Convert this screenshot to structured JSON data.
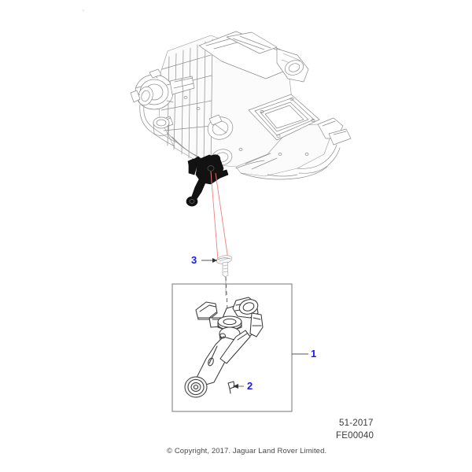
{
  "document": {
    "type": "parts-illustration",
    "background_color": "#ffffff",
    "line_color": "#8a8a8a",
    "highlight_color": "#101010",
    "callout_color": "#1a1aee",
    "leader_color": "#f08080",
    "box_border_color": "#8c8c8c"
  },
  "main_assembly": {
    "name": "heater-air-conditioning-unit-assembly",
    "description": "HVAC climate control housing assembly shown in outline view"
  },
  "detail_box": {
    "name": "detail-view-box",
    "part_shown": "accelerator-pedal-bracket-assembly"
  },
  "callouts": [
    {
      "id": "1",
      "label": "1",
      "target": "detail-view-box"
    },
    {
      "id": "2",
      "label": "2",
      "target": "pedal-bracket-fastener"
    },
    {
      "id": "3",
      "label": "3",
      "target": "mounting-screw"
    }
  ],
  "footer": {
    "drawing_code": "51-2017",
    "figure_code": "FE00040",
    "copyright": "© Copyright, 2017. Jaguar Land Rover Limited."
  }
}
